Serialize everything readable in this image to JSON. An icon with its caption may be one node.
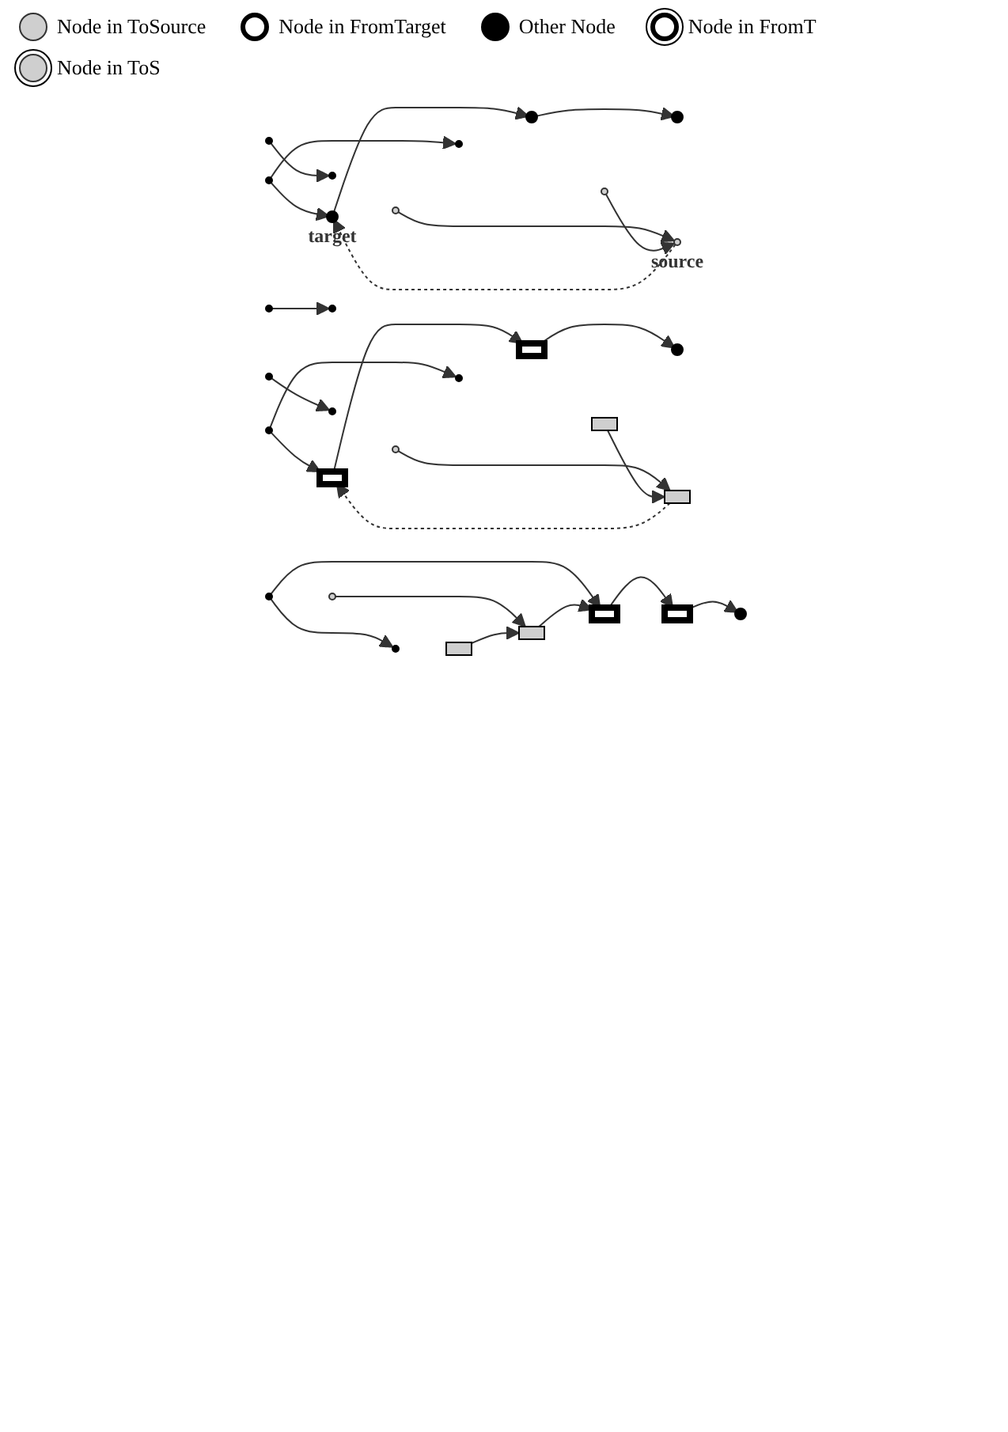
{
  "diagram": {
    "nodes": [
      {
        "text": [],
        "shape": "circle"
      },
      {
        "text": [],
        "shape": "circle",
        "beside": [
          "target"
        ]
      },
      {
        "text": [],
        "shape": "circle"
      },
      {
        "text": [],
        "shape": "circle"
      },
      {
        "text": [],
        "shape": "circle"
      },
      {
        "text": [],
        "shape": "circle"
      },
      {
        "text": [],
        "shape": "circle"
      },
      {
        "text": [],
        "shape": "circle"
      },
      {
        "text": [],
        "shape": "circle",
        "beside": [
          "source"
        ]
      },
      {
        "text": [],
        "shape": "circle"
      },
      {
        "text": [],
        "shape": "circle"
      },
      {
        "text": [],
        "shape": "box"
      },
      {
        "text": [],
        "shape": "circle"
      },
      {
        "text": [],
        "shape": "circle"
      },
      {
        "text": [],
        "shape": "box"
      },
      {
        "text": [],
        "shape": "box"
      },
      {
        "text": [],
        "shape": "circle"
      },
      {
        "text": [],
        "shape": "circle"
      },
      {
        "text": [],
        "shape": "box"
      },
      {
        "text": [],
        "shape": "circle"
      },
      {
        "text": [],
        "shape": "circle"
      },
      {
        "text": [],
        "shape": "circle"
      },
      {
        "text": [],
        "shape": "circle"
      },
      {
        "text": [],
        "shape": "box"
      },
      {
        "text": [],
        "shape": "box"
      },
      {
        "text": [],
        "shape": "box"
      },
      {
        "text": [],
        "shape": "box"
      },
      {
        "text": [],
        "shape": "circle"
      },
      {
        "text": [],
        "shape": "circle"
      },
      {
        "text": [],
        "shape": "circle"
      }
    ],
    "edges": [
      {
        "from": 0,
        "to": 1,
        "arrow": "to"
      },
      {
        "from": 0,
        "to": 3,
        "arrow": "to"
      },
      {
        "from": 1,
        "to": 4,
        "arrow": "to"
      },
      {
        "from": 4,
        "to": 6,
        "arrow": "to"
      },
      {
        "from": 7,
        "to": 9,
        "arrow": "to"
      },
      {
        "from": 8,
        "to": 1,
        "arrow": "to",
        "style": "dashed"
      },
      {
        "from": 2,
        "to": 8,
        "arrow": "to"
      },
      {
        "from": 5,
        "to": 8,
        "arrow": "to"
      },
      {
        "from": 10,
        "to": 11,
        "arrow": "to"
      },
      {
        "from": 10,
        "to": 13,
        "arrow": "to"
      },
      {
        "from": 11,
        "to": 14,
        "arrow": "to"
      },
      {
        "from": 14,
        "to": 16,
        "arrow": "to"
      },
      {
        "from": 17,
        "to": 19,
        "arrow": "to"
      },
      {
        "from": 18,
        "to": 11,
        "arrow": "to",
        "style": "dashed"
      },
      {
        "from": 12,
        "to": 18,
        "arrow": "to"
      },
      {
        "from": 15,
        "to": 18,
        "arrow": "to"
      },
      {
        "from": 20,
        "to": 22,
        "arrow": "to"
      },
      {
        "from": 20,
        "to": 25,
        "arrow": "to"
      },
      {
        "from": 21,
        "to": 24,
        "arrow": "to"
      },
      {
        "from": 23,
        "to": 24,
        "arrow": "to"
      },
      {
        "from": 24,
        "to": 25,
        "arrow": "to"
      },
      {
        "from": 25,
        "to": 26,
        "arrow": "to"
      },
      {
        "from": 26,
        "to": 27,
        "arrow": "to"
      },
      {
        "from": 28,
        "to": 29,
        "arrow": "to"
      }
    ],
    "legend": [
      {
        "text": "Node in ToSource"
      },
      {
        "text": "Node in FromTarget"
      },
      {
        "text": "Other Node"
      },
      {
        "text": "Node in FromT"
      },
      {
        "text": "Node in ToS"
      }
    ]
  }
}
